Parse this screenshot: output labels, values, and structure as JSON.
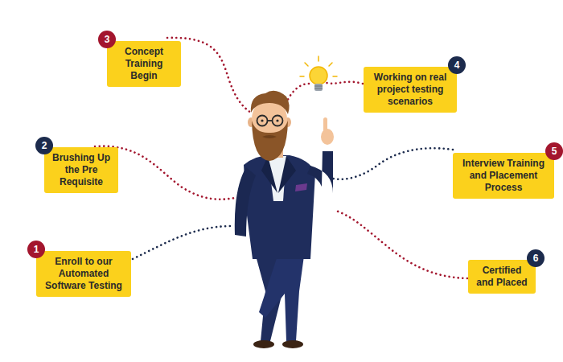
{
  "diagram": {
    "nodes": [
      {
        "text": [
          "Enroll to our Automated Software Testing"
        ]
      },
      {
        "text": [
          "1"
        ],
        "in": 0
      },
      {
        "text": [
          "Brushing Up the Pre Requisite"
        ]
      },
      {
        "text": [
          "2"
        ],
        "in": 2
      },
      {
        "text": [
          "Concept Training Begin"
        ]
      },
      {
        "text": [
          "3"
        ],
        "in": 4
      },
      {
        "text": [
          "Working on real project testing scenarios"
        ]
      },
      {
        "text": [
          "4"
        ],
        "in": 6
      },
      {
        "text": [
          "Interview Training and Placement Process"
        ]
      },
      {
        "text": [
          "5"
        ],
        "in": 8
      },
      {
        "text": [
          "Certified and Placed"
        ]
      },
      {
        "text": [
          "6"
        ],
        "in": 10
      }
    ]
  }
}
